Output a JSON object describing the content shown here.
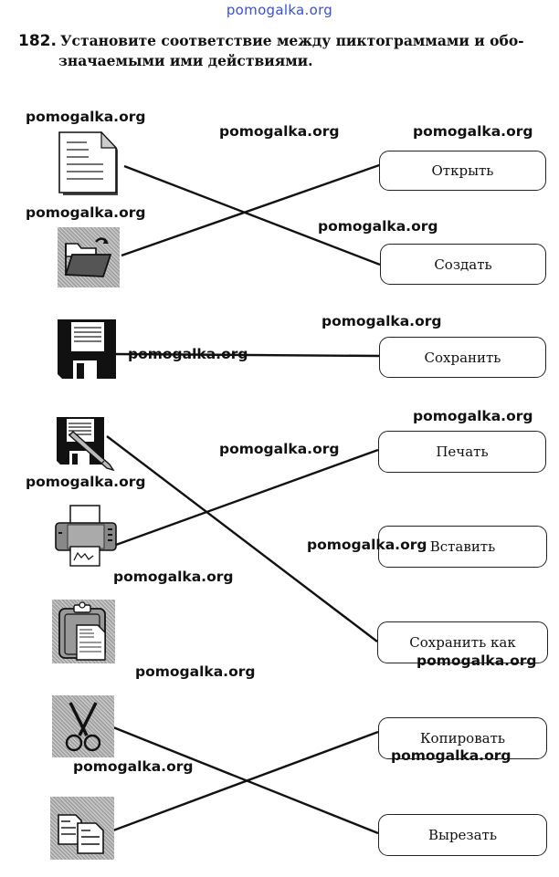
{
  "watermark_top": "pomogalka.org",
  "task": {
    "number": "182.",
    "line1": "Установите соответствие между пиктограммами и обо-",
    "line2": "значаемыми ими действиями."
  },
  "icons": [
    {
      "name": "new-document-icon"
    },
    {
      "name": "open-folder-icon"
    },
    {
      "name": "save-floppy-icon"
    },
    {
      "name": "save-as-floppy-pencil-icon"
    },
    {
      "name": "printer-icon"
    },
    {
      "name": "paste-clipboard-icon"
    },
    {
      "name": "cut-scissors-icon"
    },
    {
      "name": "copy-documents-icon"
    }
  ],
  "actions": [
    {
      "label": "Открыть"
    },
    {
      "label": "Создать"
    },
    {
      "label": "Сохранить"
    },
    {
      "label": "Печать"
    },
    {
      "label": "Вставить"
    },
    {
      "label": "Сохранить как"
    },
    {
      "label": "Копировать"
    },
    {
      "label": "Вырезать"
    }
  ],
  "matches": [
    {
      "icon": "new-document-icon",
      "action": "Создать"
    },
    {
      "icon": "open-folder-icon",
      "action": "Открыть"
    },
    {
      "icon": "save-floppy-icon",
      "action": "Сохранить"
    },
    {
      "icon": "save-as-floppy-pencil-icon",
      "action": "Сохранить как"
    },
    {
      "icon": "printer-icon",
      "action": "Печать"
    },
    {
      "icon": "cut-scissors-icon",
      "action": "Вырезать"
    },
    {
      "icon": "copy-documents-icon",
      "action": "Копировать"
    }
  ],
  "watermark": "pomogalka.org"
}
